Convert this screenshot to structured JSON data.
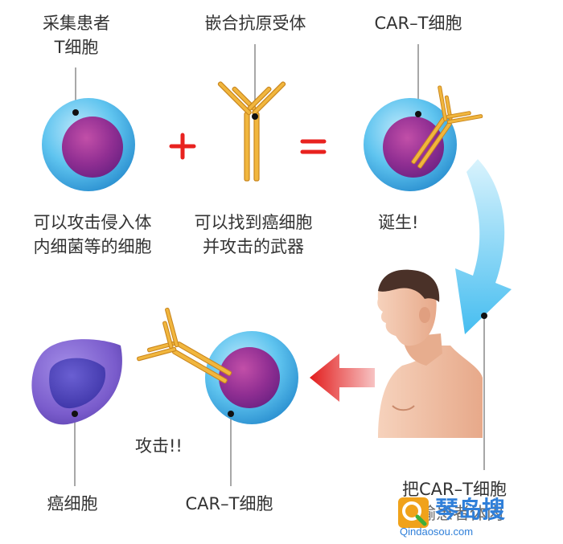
{
  "labels": {
    "collect_line1": "采集患者",
    "collect_line2": "T细胞",
    "receptor": "嵌合抗原受体",
    "cart_top": "CAR–T细胞",
    "tcell_desc_line1": "可以攻击侵入体",
    "tcell_desc_line2": "内细菌等的细胞",
    "receptor_desc_line1": "可以找到癌细胞",
    "receptor_desc_line2": "并攻击的武器",
    "born": "诞生!",
    "attack": "攻击!!",
    "cancer_cell": "癌细胞",
    "cart_bottom": "CAR–T细胞",
    "return_line1": "把CAR–T细胞",
    "return_line2": "回输患者体内"
  },
  "operators": {
    "plus": "+",
    "equals": "="
  },
  "watermark": {
    "name": "琴岛搜",
    "url": "Qindaosou.com"
  },
  "colors": {
    "cell_outer": "#3fb4e6",
    "cell_nucleus": "#8a2d8e",
    "receptor": "#e5a52e",
    "operator_red": "#e8221f",
    "flow_arrow": "#5cc4ef",
    "attack_arrow": "#e62525",
    "cancer_cell": "#8266d0",
    "leader_line": "#8a8a8a",
    "skin": "#f2c3a6",
    "hair": "#4a3128"
  }
}
